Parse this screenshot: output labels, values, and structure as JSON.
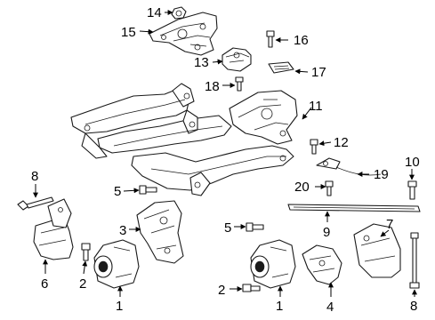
{
  "callouts": {
    "c1a": "1",
    "c1b": "1",
    "c2a": "2",
    "c2b": "2",
    "c3": "3",
    "c4": "4",
    "c5a": "5",
    "c5b": "5",
    "c6": "6",
    "c7": "7",
    "c8a": "8",
    "c8b": "8",
    "c9": "9",
    "c10": "10",
    "c11": "11",
    "c12": "12",
    "c13": "13",
    "c14": "14",
    "c15": "15",
    "c16": "16",
    "c17": "17",
    "c18": "18",
    "c19": "19",
    "c20": "20"
  }
}
